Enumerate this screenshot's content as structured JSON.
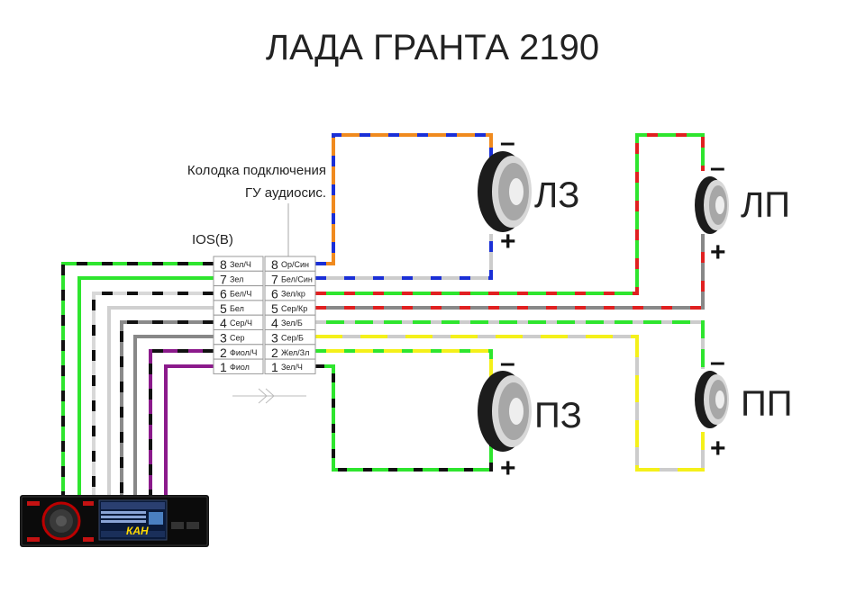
{
  "title": "ЛАДА ГРАНТА 2190",
  "connector_caption_line1": "Колодка подключения",
  "connector_caption_line2": "ГУ аудиосис.",
  "ios_label": "IOS(B)",
  "left_block": [
    {
      "num": "8",
      "label": "Зел/Ч"
    },
    {
      "num": "7",
      "label": "Зел"
    },
    {
      "num": "6",
      "label": "Бел/Ч"
    },
    {
      "num": "5",
      "label": "Бел"
    },
    {
      "num": "4",
      "label": "Сер/Ч"
    },
    {
      "num": "3",
      "label": "Сер"
    },
    {
      "num": "2",
      "label": "Фиол/Ч"
    },
    {
      "num": "1",
      "label": "Фиол"
    }
  ],
  "right_block": [
    {
      "num": "8",
      "label": "Ор/Син"
    },
    {
      "num": "7",
      "label": "Бел/Син"
    },
    {
      "num": "6",
      "label": "Зел/кр"
    },
    {
      "num": "5",
      "label": "Сер/Кр"
    },
    {
      "num": "4",
      "label": "Зел/Б"
    },
    {
      "num": "3",
      "label": "Сер/Б"
    },
    {
      "num": "2",
      "label": "Жел/Зл"
    },
    {
      "num": "1",
      "label": "Зел/Ч"
    }
  ],
  "speakers": {
    "front_left": "ЛЗ",
    "rear_left": "ЛП",
    "front_right": "ПЗ",
    "rear_right": "ПП"
  },
  "minus_sign": "–",
  "plus_sign": "+",
  "head_unit_screen_text": "КАН",
  "colors": {
    "green": "#2ee52e",
    "black": "#111111",
    "orange": "#f08a1e",
    "blue": "#1a2fd6",
    "grey": "#888888",
    "light_grey": "#cccccc",
    "red": "#e02020",
    "yellow": "#f4f01a",
    "purple": "#8b1a8b"
  }
}
